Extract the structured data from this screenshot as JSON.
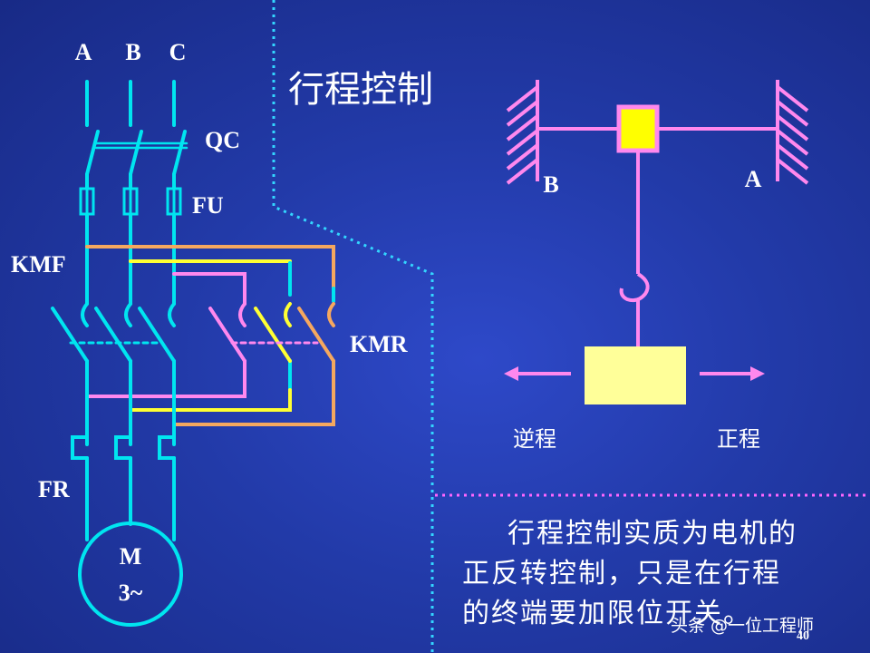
{
  "circuit": {
    "phases": [
      "A",
      "B",
      "C"
    ],
    "breaker_label": "QC",
    "fuse_label": "FU",
    "forward_contactor_label": "KMF",
    "reverse_contactor_label": "KMR",
    "overload_label": "FR",
    "motor_label": "M",
    "motor_sub_label": "3~"
  },
  "travel": {
    "title": "行程控制",
    "end_left_label": "B",
    "end_right_label": "A",
    "reverse_label": "逆程",
    "forward_label": "正程"
  },
  "note": {
    "lines": [
      "行程控制实质为电机的",
      "正反转控制，只是在行程",
      "的终端要加限位开关。"
    ]
  },
  "footer": {
    "page_number": "40",
    "watermark": "头条 @一位工程师"
  },
  "colors": {
    "background": "#2236a6",
    "wire": "#00e5f0",
    "kmf_loop": "#f5a85f",
    "yellow_loop": "#ffff33",
    "pink_loop": "#ff88ee",
    "slider": "#ffff00",
    "load": "#ffff99",
    "divider": "#33d6ff"
  }
}
